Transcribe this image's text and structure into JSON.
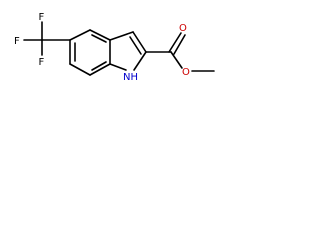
{
  "molecule": {
    "labels": {
      "f_top": "F",
      "f_left": "F",
      "f_bottom": "F",
      "nh": "NH",
      "o_carbonyl": "O",
      "o_ester": "O"
    },
    "colors": {
      "bond": "#000000",
      "carbon_text": "#000000",
      "nitrogen": "#0000cc",
      "oxygen": "#cc0000",
      "background": "#ffffff"
    }
  }
}
